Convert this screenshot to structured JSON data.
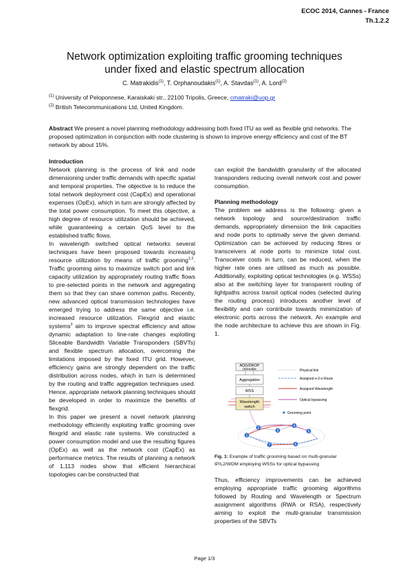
{
  "header": {
    "conference": "ECOC 2014, Cannes - France",
    "code": "Th.1.2.2"
  },
  "title": {
    "line1": "Network optimization exploiting traffic grooming techniques",
    "line2": "under fixed and elastic spectrum allocation"
  },
  "authors": {
    "a1": "C. Matrakidis",
    "a2": "T. Orphanoudakis",
    "a3": "A. Stavdas",
    "a4": "A. Lord",
    "s1": "(1)",
    "s2": "(2)"
  },
  "affiliations": {
    "aff1_mark": "(1)",
    "aff1_text": "University of Peloponnese, Karaiskaki str., 22100 Tripolis, Greece, ",
    "aff1_email": "cmatraki@uop.gr",
    "aff2_mark": "(2)",
    "aff2_text": "British Telecommunications Ltd, United Kingdom."
  },
  "abstract": {
    "label": "Abstract",
    "text": " We present a novel planning methodology addressing both fixed ITU as well as flexible grid networks. The proposed optimization in conjunction with node clustering is shown to improve energy efficiency and cost of the BT network by about 15%."
  },
  "intro": {
    "heading": "Introduction",
    "p1": "Network planning is the process of link and node dimensioning under traffic demands with specific spatial and temporal properties. The objective is to reduce the total network deployment cost (CapEx) and operational expenses (OpEx), which in turn are strongly affected by the total power consumption. To meet this objective, a high degree of resource utilization should be achieved, while guaranteeing a certain QoS level to the established traffic flows.",
    "p2a": "In wavelength switched optical networks several techniques have been proposed towards increasing resource utilization by means of traffic grooming",
    "p2sup1": "1,2",
    "p2b": ". Traffic grooming aims to maximize switch port and link capacity utilization by appropriately routing traffic flows to pre-selected points in the network and aggregating them so that they can share common paths. Recently, new advanced optical transmission technologies have emerged trying to address the same objective i.e. increased resource utilization. Flexgrid and elastic systems",
    "p2sup2": "3",
    "p2c": " aim to improve spectral efficiency and allow dynamic adaptation to line-rate changes exploiting Sliceable Bandwidth Variable Transponders (SBVTs) and flexible spectrum allocation, overcoming the limitations imposed by the fixed ITU grid. However, efficiency gains are strongly dependent on the traffic distribution across nodes, which in turn is determined by the routing and traffic aggregation techniques used. Hence, appropriate network planning techniques should be developed in order to maximize the benefits of flexgrid.",
    "p3": "In this paper we present a novel network planning methodology efficiently exploiting traffic grooming over flexgrid and elastic rate systems. We constructed a power consumption model and use the resulting figures (OpEx) as well as the network cost (CapEx) as performance metrics. The results of planning a network of 1,113 nodes show that efficient hierarchical topologies can be constructed that"
  },
  "col2": {
    "cont": "can exploit the bandwidth granularity of the allocated transponders reducing overall network cost and power consumption.",
    "heading": "Planning methodology",
    "p1": "The problem we address is the following: given a network topology and source/destination traffic demands, appropriately dimension the link capacities and node ports to optimally serve the given demand. Optimization can be achieved by reducing fibres or transceivers at node ports to minimize total cost. Transceiver costs in turn, can be reduced, when the higher rate ones are utilised as much as possible. Additionally, exploiting optical technologies (e.g. WSSs) also at the switching layer for transparent routing of lightpaths across transit optical nodes (selected during the routing process) introduces another level of flexibility and can contribute towards minimization of electronic ports across the network. An example and the node architecture to achieve this are shown in Fig. 1."
  },
  "figure": {
    "node_top": "ADD/DROP",
    "node_sub": "(Sliceable",
    "agg": "Aggregation",
    "wss": "WSS",
    "wav": "Wavelength",
    "sw": "switch",
    "legend": [
      "Physical link",
      "Assigned e-2-e Route",
      "Assigned Wavelength",
      "Optical bypassing",
      "Grooming point"
    ],
    "nodes": [
      "1",
      "2",
      "3",
      "4",
      "5",
      "6",
      "7"
    ],
    "colors": {
      "physical": "#9aa0aa",
      "route": "#2a6fd6",
      "wavelength": "#d23b2b",
      "bypass": "#c24ab0",
      "node": "#2f6fcf"
    }
  },
  "caption": {
    "label": "Fig. 1:",
    "text": " Example of traffic grooming based on multi-granular IP/L2/WDM employing WSSs for optical bypassing"
  },
  "col3": {
    "p1": "Thus, efficiency improvements can be achieved employing appropriate traffic grooming algorithms followed by Routing and Wavelength or Spectrum assignment algorithms (RWA or RSA), respectively aiming to exploit the multi-granular transmission properties of the SBVTs"
  },
  "footer": {
    "page": "Page 1/3"
  }
}
